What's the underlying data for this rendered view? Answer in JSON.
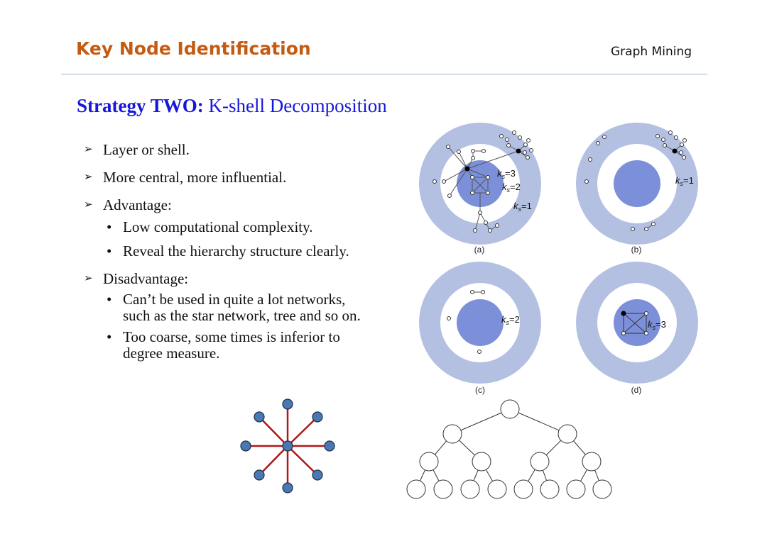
{
  "header": {
    "title": "Key Node Identification",
    "topic": "Graph Mining"
  },
  "subtitle": {
    "strong": "Strategy TWO:",
    "rest": " K-shell Decomposition"
  },
  "bullets": {
    "b1": "Layer or shell.",
    "b2": "More central, more influential.",
    "b3": "Advantage:",
    "b3_1": "Low computational complexity.",
    "b3_2": "Reveal the hierarchy structure clearly.",
    "b4": "Disadvantage:",
    "b4_1a": "Can’t be used in quite a lot networks,",
    "b4_1b": "such as the star network, tree and so on.",
    "b4_2a": "Too coarse, some times is inferior to",
    "b4_2b": "degree measure."
  },
  "figure": {
    "panel_a": "(a)",
    "panel_b": "(b)",
    "panel_c": "(c)",
    "panel_d": "(d)",
    "k_sym": "k",
    "s_sub": "s",
    "eq3": "=3",
    "eq2": "=2",
    "eq1": "=1"
  },
  "colors": {
    "title": "#c55a11",
    "subtitle": "#1717d9",
    "outer_shell": "#b3c0e2",
    "core": "#7c8fd9",
    "star_edge": "#b01818",
    "star_node": "#4a78b3"
  }
}
